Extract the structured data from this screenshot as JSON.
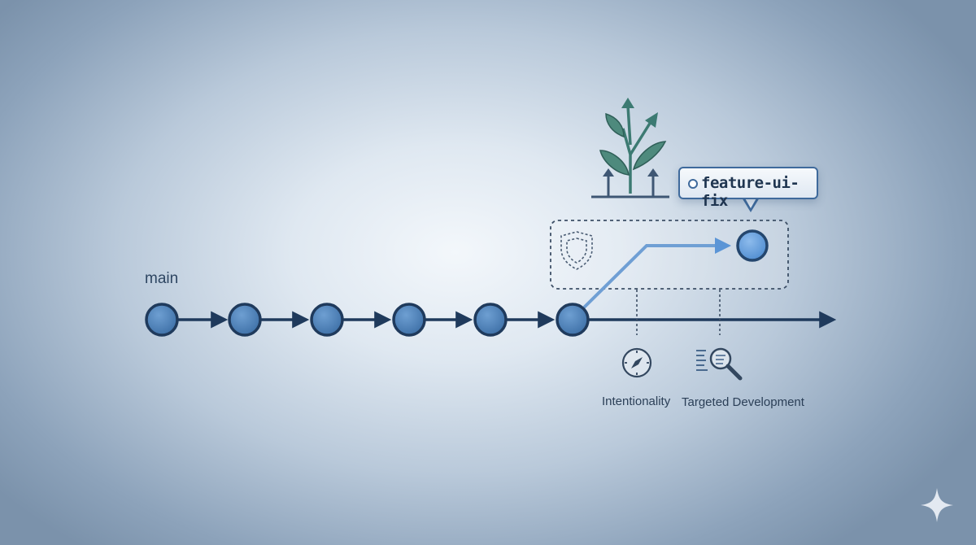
{
  "main_branch": {
    "label": "main",
    "commit_count": 6
  },
  "feature_branch": {
    "tag_label": "feature-ui-fix",
    "commit_count": 1
  },
  "concepts": [
    {
      "label": "Intentionality",
      "icon": "compass-icon"
    },
    {
      "label": "Targeted Development",
      "icon": "magnifier-document-icon"
    }
  ],
  "decorative_icons": [
    "growing-plant-icon",
    "shield-icon",
    "sparkle-icon"
  ],
  "colors": {
    "commit_fill": "#4a7fb8",
    "commit_stroke": "#1f3a5c",
    "feature_line": "#6f9fd4",
    "feature_commit": "#5b95d6",
    "main_line": "#1f3a5c",
    "plant_leaf": "#4e8a7d",
    "plant_arrow": "#3c7a72"
  }
}
